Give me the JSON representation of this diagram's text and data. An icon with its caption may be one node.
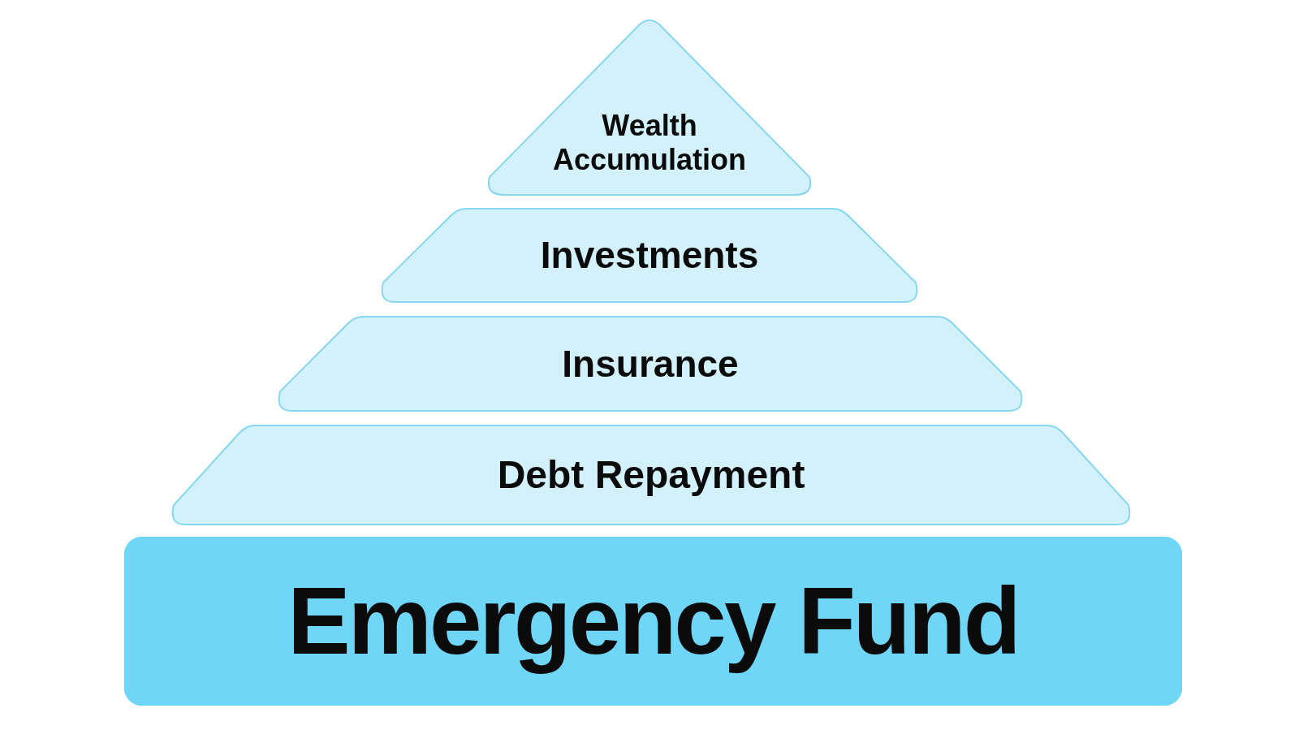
{
  "diagram": {
    "nodes": [
      {
        "text": [
          "Wealth Accumulation"
        ]
      },
      {
        "text": [
          "Investments"
        ]
      },
      {
        "text": [
          "Insurance"
        ]
      },
      {
        "text": [
          "Debt Repayment"
        ]
      },
      {
        "text": [
          "Emergency Fund"
        ]
      }
    ]
  }
}
